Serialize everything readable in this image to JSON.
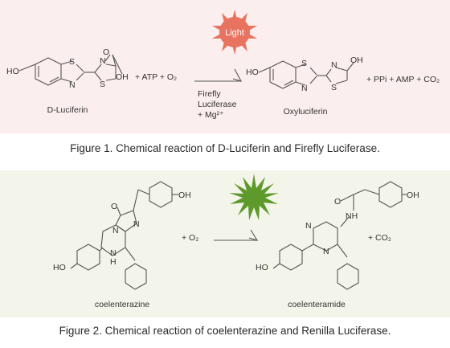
{
  "figure1": {
    "light_label": "Light",
    "reactant_name": "D-Luciferin",
    "reactant_substituents": {
      "ho": "HO",
      "oh": "OH",
      "s1": "S",
      "s2": "S",
      "n1": "N",
      "n2": "N"
    },
    "plus_terms": "+ ATP + O₂",
    "catalyst_line1": "Firefly",
    "catalyst_line2": "Luciferase",
    "catalyst_line3": "+ Mg²⁺",
    "product_name": "Oxyluciferin",
    "product_substituents": {
      "ho": "HO",
      "oh": "OH",
      "s1": "S",
      "s2": "S",
      "n1": "N",
      "n2": "N"
    },
    "byproducts": "+ PPi + AMP + CO₂",
    "caption": "Figure 1. Chemical reaction of D-Luciferin and Firefly Luciferase."
  },
  "figure2": {
    "reactant_name": "coelenterazine",
    "reactant_substituents": {
      "oh_top": "OH",
      "o": "O",
      "n_ring": "N",
      "n_upper": "N",
      "n_mid": "N",
      "nh": "H",
      "ho": "HO"
    },
    "plus_terms": "+ O₂",
    "product_name": "coelenteramide",
    "product_substituents": {
      "oh_top": "OH",
      "o": "O",
      "nh": "NH",
      "n1": "N",
      "n2": "N",
      "ho": "HO"
    },
    "byproducts": "+ CO₂",
    "caption": "Figure 2. Chemical reaction of coelenterazine and Renilla Luciferase."
  },
  "colors": {
    "panel1_bg": "#fbeeee",
    "panel2_bg": "#f3f5ea",
    "light_burst": "#e8735f",
    "green_burst": "#5e9a2b"
  }
}
